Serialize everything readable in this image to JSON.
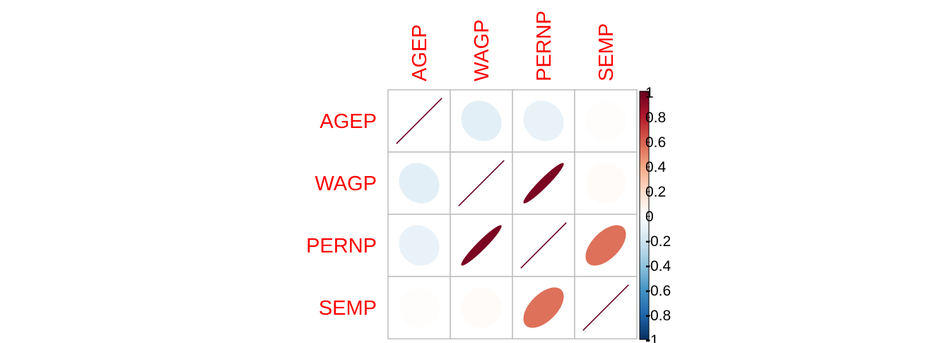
{
  "chart_data": {
    "type": "heatmap",
    "subtype": "correlation-ellipse",
    "variables": [
      "AGEP",
      "WAGP",
      "PERNP",
      "SEMP"
    ],
    "matrix": [
      [
        1.0,
        -0.12,
        -0.1,
        0.01
      ],
      [
        -0.12,
        1.0,
        0.95,
        0.02
      ],
      [
        -0.1,
        0.95,
        1.0,
        0.55
      ],
      [
        0.01,
        0.02,
        0.55,
        1.0
      ]
    ],
    "colorbar": {
      "range": [
        -1,
        1
      ],
      "ticks": [
        "1",
        "0.8",
        "0.6",
        "0.4",
        "0.2",
        "0",
        "-0.2",
        "-0.4",
        "-0.6",
        "-0.8",
        "-1"
      ],
      "colors": [
        "#67001F",
        "#B2182B",
        "#D6604D",
        "#F4A582",
        "#FDDBC7",
        "#FFFFFF",
        "#D1E5F0",
        "#92C5DE",
        "#4393C3",
        "#2166AC",
        "#053061"
      ]
    },
    "label_color": "#FF0000",
    "grid": true,
    "title": "",
    "xlabel": "",
    "ylabel": ""
  }
}
